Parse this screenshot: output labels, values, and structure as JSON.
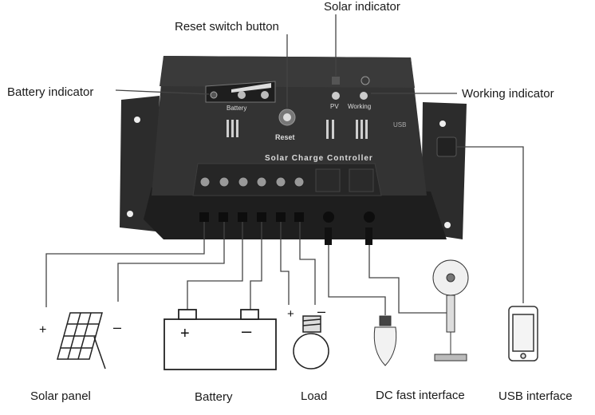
{
  "callouts": {
    "solar_indicator": "Solar indicator",
    "reset_button": "Reset switch button",
    "battery_indicator": "Battery indicator",
    "working_indicator": "Working indicator"
  },
  "device": {
    "battery_label": "Battery",
    "reset_label": "Reset",
    "pv_label": "PV",
    "working_label": "Working",
    "title": "Solar Charge Controller",
    "usb_label": "USB"
  },
  "components": {
    "solar_panel": "Solar panel",
    "battery": "Battery",
    "load": "Load",
    "dc_fast_interface": "DC fast interface",
    "usb_interface": "USB interface"
  },
  "colors": {
    "device_body": "#2a2a2a",
    "device_top": "#333333",
    "line": "#444444"
  },
  "icons": [
    "solar-panel-icon",
    "battery-icon",
    "bulb-icon",
    "fan-icon",
    "phone-icon"
  ]
}
